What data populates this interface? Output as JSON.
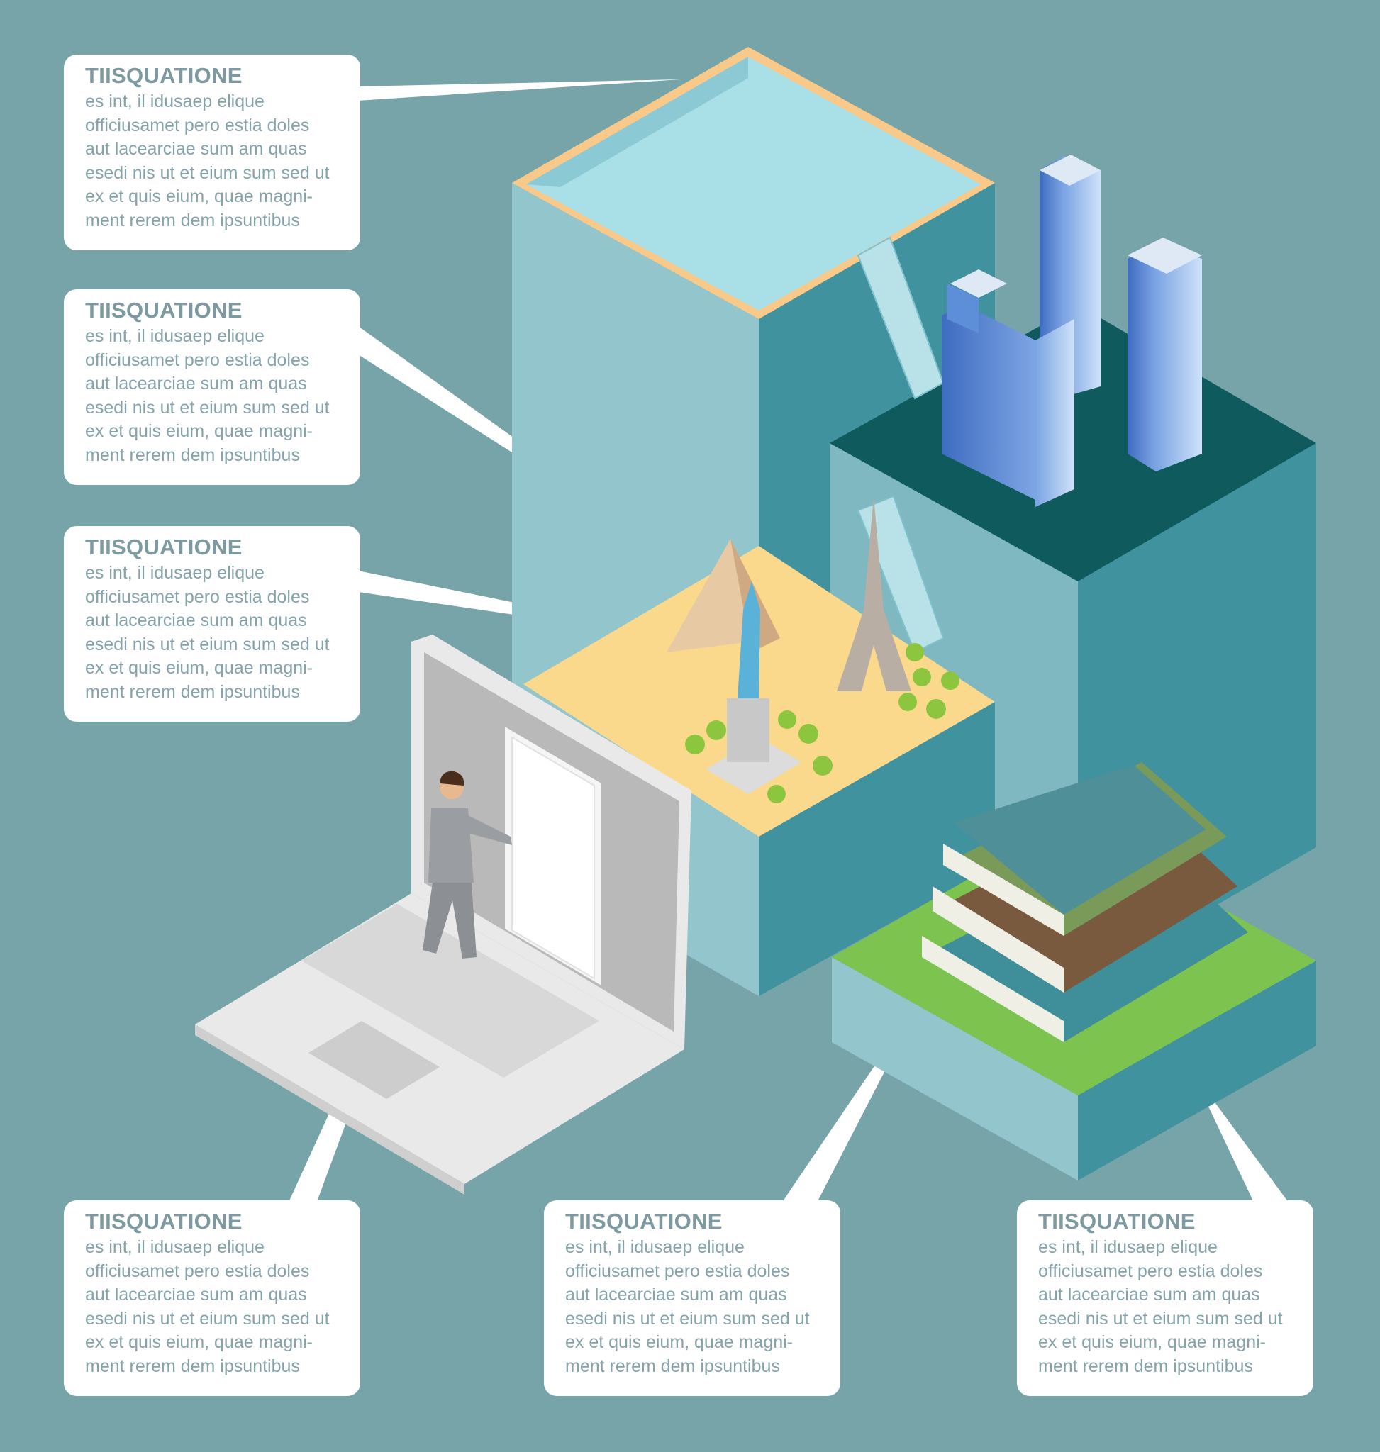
{
  "callouts": [
    {
      "title": "TIISQUATIONE",
      "body": "es int, il idusaep elique\nofficiusamet pero estia doles\naut lacearciae sum am quas\nesedi nis ut et eium sum sed ut\nex et quis eium, quae magni-\nment rerem dem ipsuntibus"
    },
    {
      "title": "TIISQUATIONE",
      "body": "es int, il idusaep elique\nofficiusamet pero estia doles\naut lacearciae sum am quas\nesedi nis ut et eium sum sed ut\nex et quis eium, quae magni-\nment rerem dem ipsuntibus"
    },
    {
      "title": "TIISQUATIONE",
      "body": "es int, il idusaep elique\nofficiusamet pero estia doles\naut lacearciae sum am quas\nesedi nis ut et eium sum sed ut\nex et quis eium, quae magni-\nment rerem dem ipsuntibus"
    },
    {
      "title": "TIISQUATIONE",
      "body": "es int, il idusaep elique\nofficiusamet pero estia doles\naut lacearciae sum am quas\nesedi nis ut et eium sum sed ut\nex et quis eium, quae magni-\nment rerem dem ipsuntibus"
    },
    {
      "title": "TIISQUATIONE",
      "body": "es int, il idusaep elique\nofficiusamet pero estia doles\naut lacearciae sum am quas\nesedi nis ut et eium sum sed ut\nex et quis eium, quae magni-\nment rerem dem ipsuntibus"
    },
    {
      "title": "TIISQUATIONE",
      "body": "es int, il idusaep elique\nofficiusamet pero estia doles\naut lacearciae sum am quas\nesedi nis ut et eium sum sed ut\nex et quis eium, quae magni-\nment rerem dem ipsuntibus"
    }
  ],
  "colors": {
    "background": "#76a4a9",
    "block_light": "#93c5cd",
    "block_dark": "#3f929e",
    "pool_water": "#a9dfe6",
    "pool_rim": "#f9c98a",
    "city_top": "#0f5a5d",
    "sand_top": "#fad98c",
    "grass_top": "#7cc34f",
    "callout_text": "#84a3aa"
  }
}
